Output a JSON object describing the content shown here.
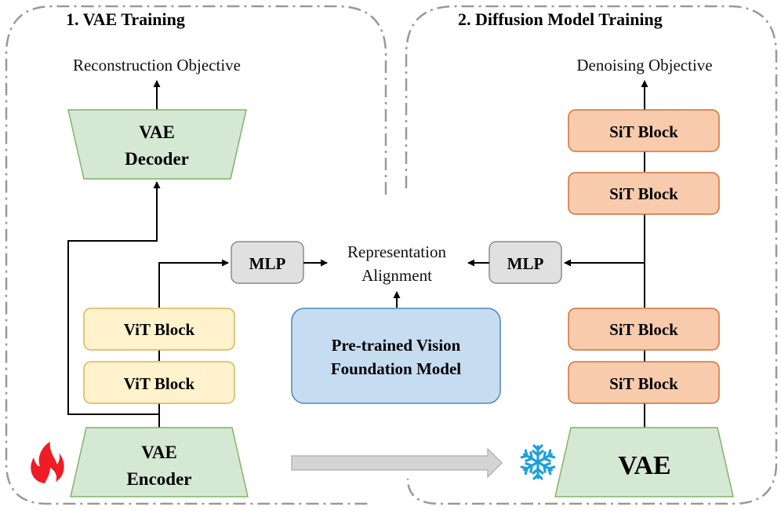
{
  "panels": {
    "vae_training": {
      "title": "1. VAE Training"
    },
    "diffusion_training": {
      "title": "2. Diffusion Model Training"
    }
  },
  "objectives": {
    "reconstruction": "Reconstruction Objective",
    "denoising": "Denoising Objective",
    "alignment_line1": "Representation",
    "alignment_line2": "Alignment"
  },
  "blocks": {
    "vae_decoder": [
      "VAE",
      "Decoder"
    ],
    "vae_encoder": [
      "VAE",
      "Encoder"
    ],
    "vae_frozen": "VAE",
    "vit_block": "ViT Block",
    "sit_block": "SiT Block",
    "mlp": "MLP",
    "vision_model": [
      "Pre-trained Vision",
      "Foundation Model"
    ]
  },
  "icons": {
    "trainable": "fire-icon",
    "frozen": "snowflake-icon",
    "transfer": "arrow-right-icon"
  },
  "colors": {
    "vae_fill": "#d5e8d4",
    "vae_stroke": "#82b366",
    "vit_fill": "#fff2cc",
    "vit_stroke": "#d6b656",
    "sit_fill": "#f8cbad",
    "sit_stroke": "#d0703a",
    "mlp_fill": "#e0e0e0",
    "mlp_stroke": "#8a8a8a",
    "vision_fill": "#c6dcf0",
    "vision_stroke": "#4f86c0",
    "fire": "#ee1c24",
    "snowflake": "#1ea0dc",
    "panel_border": "#999999"
  }
}
